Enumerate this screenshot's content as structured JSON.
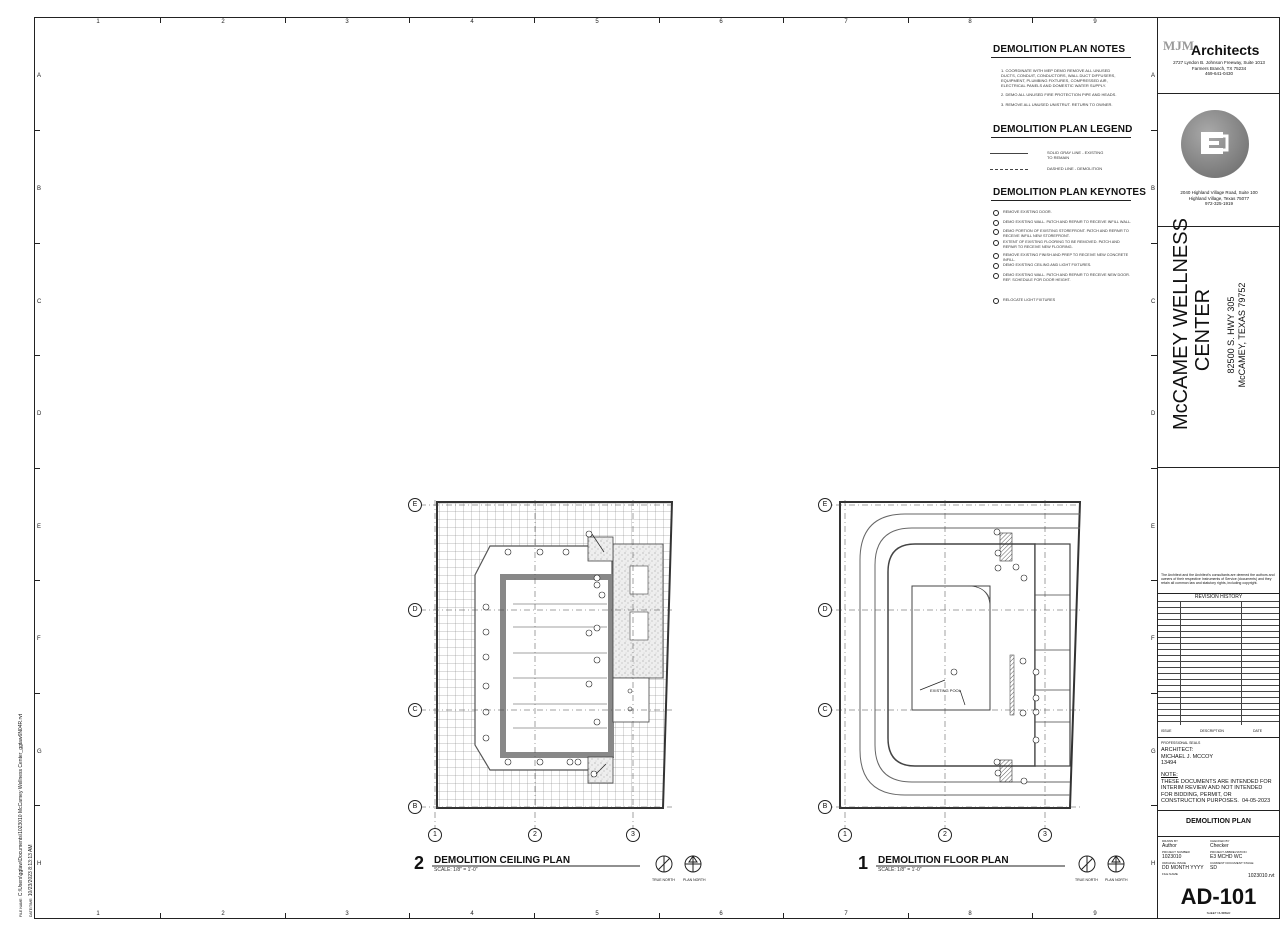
{
  "file_info": {
    "file_name_label": "FILE NAME:",
    "file_path": "C:\\Users\\ggtaw\\Documents\\1023010 McCamey Wellness Center_ggtaw6N04R.rvt",
    "date_label": "DATE/TIME:",
    "date_value": "10/23/2023 8:13:13 AM"
  },
  "grid": {
    "columns": [
      "1",
      "2",
      "3",
      "4",
      "5",
      "6",
      "7",
      "8",
      "9"
    ],
    "rows": [
      "A",
      "B",
      "C",
      "D",
      "E",
      "F",
      "G",
      "H"
    ]
  },
  "notes": {
    "title": "DEMOLITION PLAN NOTES",
    "items": [
      "1.   COORDINATE WITH MEP DEMO REMOVE ALL UNUSED DUCTS, CONDUIT, CONDUCTORS, WALL DUCT DIFFUSERS, EQUIPMENT, PLUMBING FIXTURES, COMPRESSED AIR, ELECTRICAL PANELS AND DOMESTIC WATER SUPPLY.",
      "2.   DEMO ALL UNUSED FIRE PROTECTION PIPE AND HEADS.",
      "3.   REMOVE ALL UNUSED UNISTRUT. RETURN TO OWNER."
    ]
  },
  "legend": {
    "title": "DEMOLITION PLAN LEGEND",
    "solid_label": "SOLID GRAY LINE - EXISTING TO REMAIN",
    "dashed_label": "DASHED LINE - DEMOLITION"
  },
  "keynotes": {
    "title": "DEMOLITION PLAN KEYNOTES",
    "items": [
      "REMOVE EXISTING DOOR.",
      "DEMO EXISTING WALL. PATCH AND REPAIR TO RECEIVE INFILL WALL.",
      "DEMO PORTION OF EXISTING STOREFRONT. PATCH AND REPAIR TO RECEIVE INFILL NEW STOREFRONT.",
      "EXTENT OF EXISTING FLOORING TO BE REMOVED. PATCH AND REPAIR TO RECEIVE NEW FLOORING.",
      "REMOVE EXISTING FINISH AND PREP TO RECEIVE NEW CONCRETE INFILL.",
      "DEMO EXISTING CEILING AND LIGHT FIXTURES.",
      "DEMO EXISTING WALL. PATCH AND REPAIR TO RECEIVE NEW DOOR. REF. SCHEDULE FOR DOOR HEIGHT."
    ],
    "last_item": "RELOCATE LIGHT FIXTURES"
  },
  "title_block": {
    "firm_prefix": "MJM",
    "firm_name": "Architects",
    "firm_address1": "2727 Lyndon B. Johnson Freeway, Suite 1013",
    "firm_address2": "Farmers Branch, TX 75234",
    "firm_phone": "469-641-0430",
    "engineer_address1": "2040 Highland Village Road, Suite 100",
    "engineer_address2": "Highland Village, Texas 75077",
    "engineer_phone": "972-325-1919",
    "project_name_line1": "McCAMEY WELLNESS",
    "project_name_line2": "CENTER",
    "project_address1": "82500 S. HWY 305",
    "project_address2": "McCAMEY, TEXAS 79752",
    "disclaimer": "The Architect and the Architect's consultants are deemed the authors and owners of their respective Instruments of Service (documents) and they retain all common law and statutory rights, including copyright.",
    "revision_history": "REVISION HISTORY",
    "rev_col_issue": "ISSUE",
    "rev_col_description": "DESCRIPTION",
    "rev_col_date": "DATE",
    "seal_label": "PROFESSIONAL SEALS",
    "architect_label": "ARCHITECT:",
    "architect_name": "MICHAEL J. MCCOY",
    "architect_number": "13494",
    "note_label": "NOTE:",
    "note_text_1": "THESE DOCUMENTS ARE INTENDED FOR",
    "note_text_2": "INTERIM REVIEW AND NOT INTENDED",
    "note_text_3": "FOR BIDDING, PERMIT, OR",
    "note_text_4": "CONSTRUCTION PURPOSES.",
    "note_date": "04-05-2023",
    "sheet_title": "DEMOLITION PLAN",
    "drawn_by_label": "DRAWN BY",
    "drawn_by": "Author",
    "checked_by_label": "CHECKED BY",
    "checked_by": "Checker",
    "project_number_label": "PROJECT NUMBER",
    "project_number": "1023010",
    "project_abbrev_label": "PROJECT ABBREVIATION",
    "project_abbrev": "E3 MCHD WC",
    "original_issue_label": "ORIGINAL ISSUE",
    "original_issue": "DD MONTH YYYY",
    "doc_stage_label": "CURRENT DOCUMENT STAGE",
    "doc_stage": "SD",
    "file_name_label": "FILE NAME",
    "file_name": "1023010.rvt",
    "sheet_number": "AD-101",
    "sheet_number_label": "SHEET NUMBER"
  },
  "plans": [
    {
      "number": "2",
      "title": "DEMOLITION CEILING  PLAN",
      "scale": "SCALE: 1/8\" = 1'-0\""
    },
    {
      "number": "1",
      "title": "DEMOLITION FLOOR PLAN",
      "scale": "SCALE: 1/8\" = 1'-0\""
    }
  ],
  "north": {
    "true_north": "TRUE NORTH",
    "plan_north": "PLAN NORTH"
  },
  "plan_grid_rows": [
    "E",
    "D",
    "C",
    "B"
  ],
  "plan_grid_cols": [
    "1",
    "2",
    "3"
  ],
  "floor_label": "EXISTING POOL"
}
